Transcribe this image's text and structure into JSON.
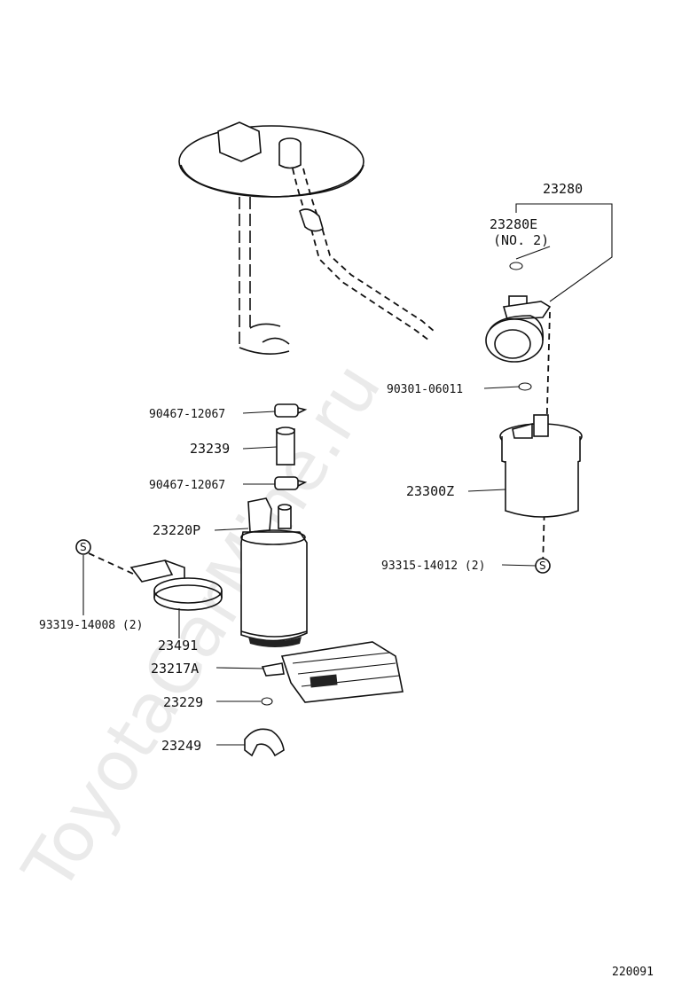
{
  "watermark": "ToyotaCarMine.ru",
  "diagram_code": "220091",
  "symbol_letter": "S",
  "parts": {
    "p23280": "23280",
    "p23280E": "23280E",
    "p23280E_note": "(NO. 2)",
    "p90301": "90301-06011",
    "p90467a": "90467-12067",
    "p23239": "23239",
    "p90467b": "90467-12067",
    "p23300Z": "23300Z",
    "p23220P": "23220P",
    "p93315": "93315-14012 (2)",
    "p93319": "93319-14008 (2)",
    "p23491": "23491",
    "p23217A": "23217A",
    "p23229": "23229",
    "p23249": "23249"
  }
}
